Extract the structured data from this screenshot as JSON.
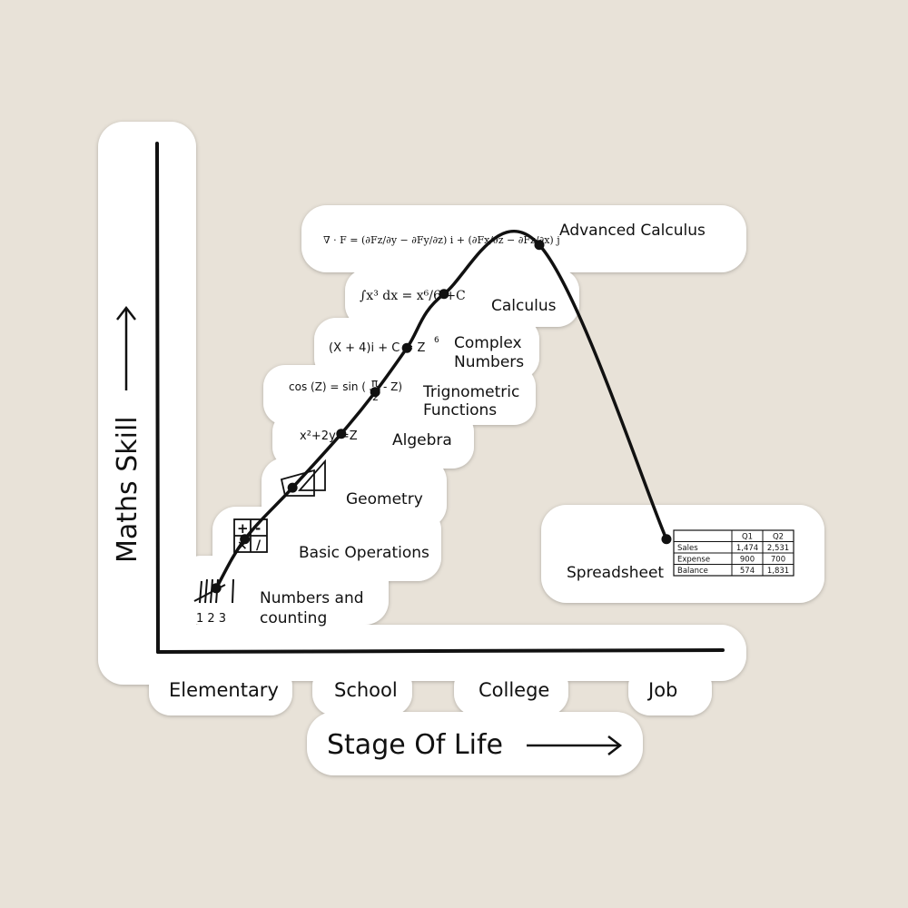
{
  "chart_data": {
    "type": "line",
    "title": "",
    "xlabel": "Stage Of Life",
    "ylabel": "Maths Skill",
    "categories": [
      "Elementary",
      "School",
      "College",
      "Job"
    ],
    "series": [
      {
        "points": [
          {
            "label": "Numbers and counting",
            "label_line2": "counting",
            "label_line1": "Numbers and",
            "stage": 0.55,
            "skill": 1.3
          },
          {
            "label": "Basic Operations",
            "stage": 0.82,
            "skill": 2.3
          },
          {
            "label": "Geometry",
            "stage": 1.27,
            "skill": 3.35
          },
          {
            "label": "Algebra",
            "stage": 1.73,
            "skill": 4.45
          },
          {
            "label_line1": "Trignometric",
            "label_line2": "Functions",
            "stage": 2.05,
            "skill": 5.3
          },
          {
            "label_line1": "Complex",
            "label_line2": "Numbers",
            "stage": 2.35,
            "skill": 6.2
          },
          {
            "label": "Calculus",
            "stage": 2.7,
            "skill": 7.3
          },
          {
            "label": "Advanced Calculus",
            "stage": 3.6,
            "skill": 8.3
          },
          {
            "label": "Spreadsheet",
            "stage": 4.8,
            "skill": 2.3
          }
        ]
      }
    ],
    "annotations": {
      "tally_numbers": "1 2 3",
      "ops_symbols": [
        "+",
        "-",
        "×",
        "/"
      ],
      "algebra_formula": "x²+2y =Z",
      "trig_formula_left": "cos (Z) = sin (",
      "trig_formula_pi": "π",
      "trig_formula_two": "2",
      "trig_formula_right": "- Z)",
      "complex_formula": "(X + 4)i + C = Z",
      "complex_formula_sup": "6",
      "calculus_formula": "∫x³ dx = x⁶/6 +C",
      "adv_calc_formula": "∇ · F = (∂Fz/∂y − ∂Fy/∂z) i + (∂Fx/∂z − ∂Fz/∂x) j"
    },
    "spreadsheet_table": {
      "headers": [
        "",
        "Q1",
        "Q2"
      ],
      "rows": [
        [
          "Sales",
          "1,474",
          "2,531"
        ],
        [
          "Expense",
          "900",
          "700"
        ],
        [
          "Balance",
          "574",
          "1,831"
        ]
      ]
    }
  }
}
